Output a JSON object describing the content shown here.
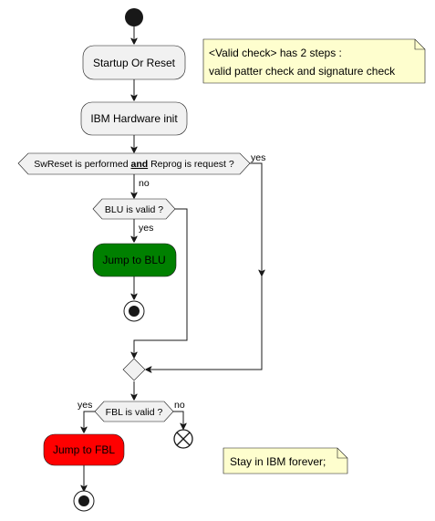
{
  "nodes": {
    "startup": "Startup Or Reset",
    "hw_init": "IBM Hardware init",
    "swreset_cond_pre": "SwReset is performed ",
    "swreset_cond_and": "and",
    "swreset_cond_post": " Reprog is request ?",
    "blu_valid": "BLU is valid ?",
    "jump_blu": "Jump to BLU",
    "fbl_valid": "FBL is valid ?",
    "jump_fbl": "Jump to FBL"
  },
  "edges": {
    "swreset_yes": "yes",
    "swreset_no": "no",
    "blu_yes": "yes",
    "fbl_yes": "yes",
    "fbl_no": "no"
  },
  "notes": {
    "valid_check_line1": "<Valid check> has 2 steps :",
    "valid_check_line2": "valid patter check and signature check",
    "stay_ibm": "Stay in IBM forever;"
  },
  "colors": {
    "activity_fill": "#f1f1f1",
    "note_fill": "#fefece",
    "blu_fill": "#008000",
    "fbl_fill": "#ff0000",
    "line": "#181818"
  }
}
